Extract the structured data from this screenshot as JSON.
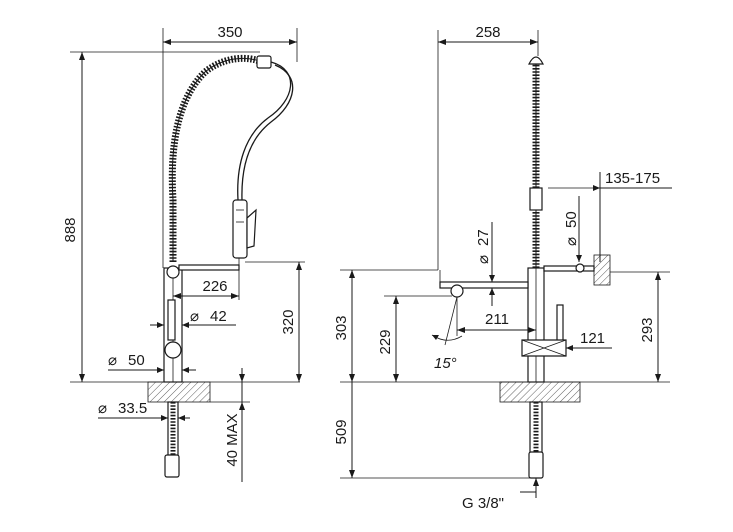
{
  "left_view": {
    "dim_width": "350",
    "dim_height_total": "888",
    "dim_spout_reach": "226",
    "dim_hose_diameter": "42",
    "dim_spout_height": "320",
    "dim_base_diameter": "50",
    "dim_shank_diameter": "33.5",
    "dim_deck_thickness": "40 MAX"
  },
  "right_view": {
    "dim_width": "258",
    "dim_wall_distance": "135-175",
    "dim_bracket_diameter": "50",
    "dim_spout_diameter": "27",
    "dim_spout_height": "303",
    "dim_outlet_height": "229",
    "dim_spout_reach": "211",
    "dim_swivel_angle": "15°",
    "dim_handle_offset": "121",
    "dim_bracket_height": "293",
    "dim_hose_length": "509",
    "dim_connection": "G 3/8\""
  }
}
